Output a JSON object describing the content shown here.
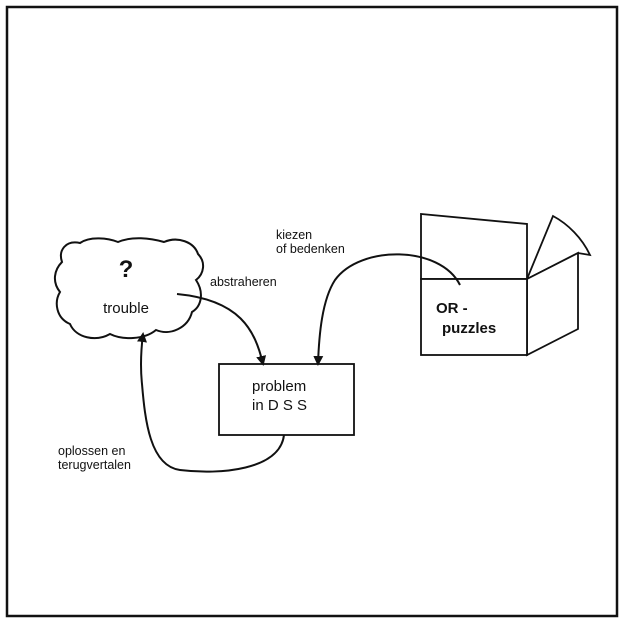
{
  "cloud": {
    "symbol": "?",
    "label": "trouble"
  },
  "box": {
    "line1": "OR -",
    "line2": "puzzles"
  },
  "problem": {
    "line1": "problem",
    "line2": "in D S S"
  },
  "labels": {
    "abstract": "abstraheren",
    "choose_line1": "kiezen",
    "choose_line2": "of bedenken",
    "solve_line1": "oplossen en",
    "solve_line2": "terugvertalen"
  },
  "colors": {
    "ink": "#111111",
    "paper": "#ffffff"
  }
}
